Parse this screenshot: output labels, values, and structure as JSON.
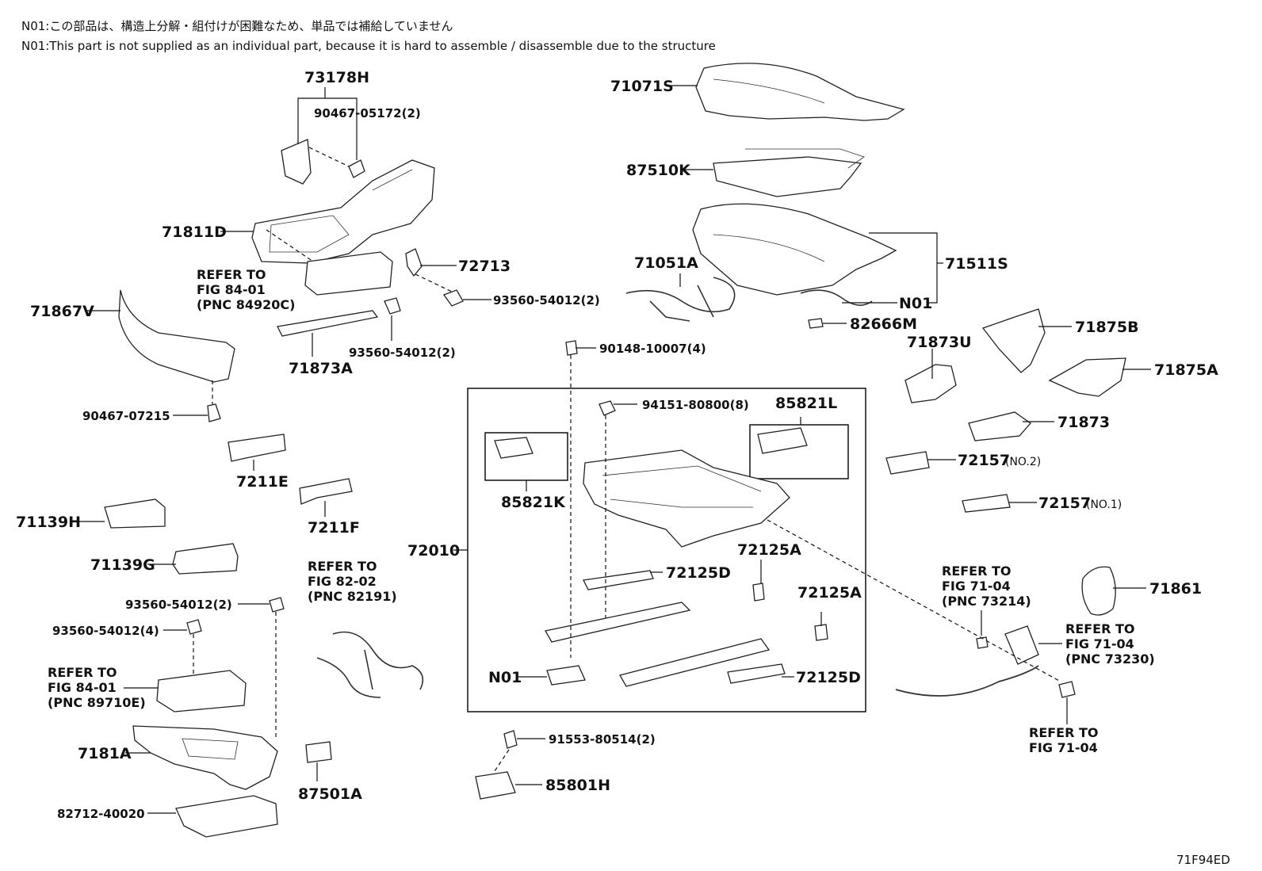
{
  "notes": {
    "jp": "N01:この部品は、構造上分解・組付けが困難なため、単品では補給していません",
    "en": "N01:This part is not supplied as an individual part, because it is hard to assemble / disassemble due to the structure"
  },
  "figure_code": "71F94ED",
  "labels": {
    "p73178H": "73178H",
    "p90467_05172": "90467-05172(2)",
    "p71811D": "71811D",
    "ref_84_01_a_1": "REFER TO",
    "ref_84_01_a_2": "FIG 84-01",
    "ref_84_01_a_3": "(PNC 84920C)",
    "p72713": "72713",
    "p93560_54012_a": "93560-54012(2)",
    "p71867V": "71867V",
    "p93560_54012_b": "93560-54012(2)",
    "p71873A": "71873A",
    "p90467_07215": "90467-07215",
    "p7211E": "7211E",
    "p7211F": "7211F",
    "p71139H": "71139H",
    "p71139G": "71139G",
    "p93560_54012_c": "93560-54012(2)",
    "p93560_54012_d": "93560-54012(4)",
    "ref_84_01_b_1": "REFER TO",
    "ref_84_01_b_2": "FIG 84-01",
    "ref_84_01_b_3": "(PNC 89710E)",
    "p7181A": "7181A",
    "p82712_40020": "82712-40020",
    "p87501A": "87501A",
    "ref_82_02_1": "REFER TO",
    "ref_82_02_2": "FIG 82-02",
    "ref_82_02_3": "(PNC 82191)",
    "p71071S": "71071S",
    "p87510K": "87510K",
    "p71051A": "71051A",
    "p71511S": "71511S",
    "pN01_a": "N01",
    "p82666M": "82666M",
    "p90148_10007": "90148-10007(4)",
    "p94151_80800": "94151-80800(8)",
    "p85821L": "85821L",
    "p85821K": "85821K",
    "p72010": "72010",
    "p72125A_a": "72125A",
    "p72125D_a": "72125D",
    "p72125A_b": "72125A",
    "pN01_b": "N01",
    "p72125D_b": "72125D",
    "p91553_80514": "91553-80514(2)",
    "p85801H": "85801H",
    "p71873U": "71873U",
    "p71875B": "71875B",
    "p71875A": "71875A",
    "p71873": "71873",
    "p72157_no2": "72157",
    "p72157_no2_suffix": "(NO.2)",
    "p72157_no1": "72157",
    "p72157_no1_suffix": "(NO.1)",
    "ref_71_04_a_1": "REFER TO",
    "ref_71_04_a_2": "FIG 71-04",
    "ref_71_04_a_3": "(PNC 73214)",
    "p71861": "71861",
    "ref_71_04_b_1": "REFER TO",
    "ref_71_04_b_2": "FIG 71-04",
    "ref_71_04_b_3": "(PNC 73230)",
    "ref_71_04_c_1": "REFER TO",
    "ref_71_04_c_2": "FIG 71-04"
  }
}
